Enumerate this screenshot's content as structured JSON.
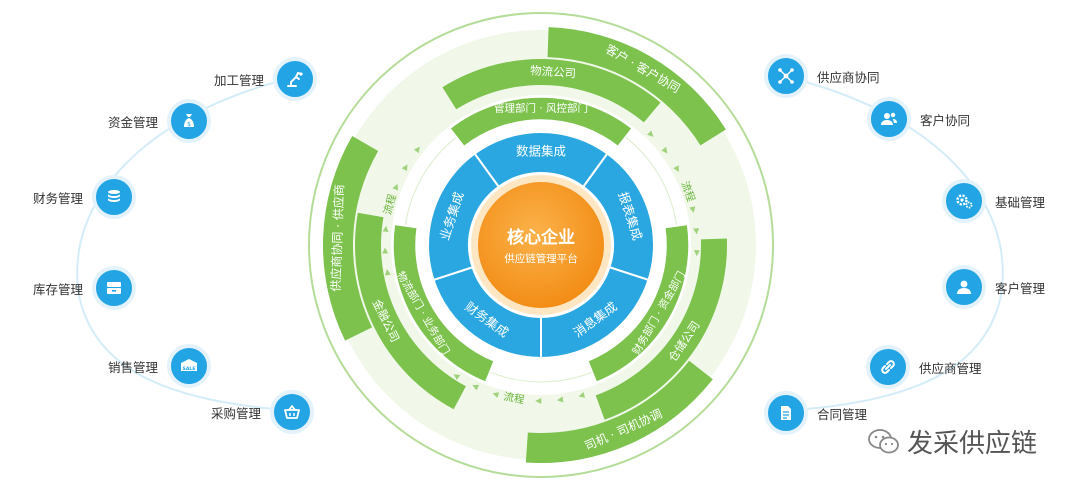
{
  "center": {
    "title": "核心企业",
    "subtitle": "供应链管理平台"
  },
  "blue_ring": [
    "数据集成",
    "报表集成",
    "消息集成",
    "财务集成",
    "业务集成"
  ],
  "middle_ring": [
    "管理部门 · 风控部门",
    "财务部门 · 资金部门",
    "物流部门 · 业务部门"
  ],
  "outer_ring": [
    "物流公司",
    "仓储公司",
    "金融公司"
  ],
  "outermost_ring": [
    "客户 · 客户协同",
    "司机 · 司机协调",
    "供应商协同 · 供应商"
  ],
  "flow_label": "流程",
  "left_modules": [
    {
      "label": "加工管理",
      "icon": "robot-arm-icon"
    },
    {
      "label": "资金管理",
      "icon": "money-bag-icon"
    },
    {
      "label": "财务管理",
      "icon": "coin-stack-icon"
    },
    {
      "label": "库存管理",
      "icon": "storage-box-icon"
    },
    {
      "label": "销售管理",
      "icon": "sale-tag-icon"
    },
    {
      "label": "采购管理",
      "icon": "shopping-basket-icon"
    }
  ],
  "right_modules": [
    {
      "label": "供应商协同",
      "icon": "network-icon"
    },
    {
      "label": "客户协同",
      "icon": "users-icon"
    },
    {
      "label": "基础管理",
      "icon": "gears-icon"
    },
    {
      "label": "客户管理",
      "icon": "user-icon"
    },
    {
      "label": "供应商管理",
      "icon": "link-icon"
    },
    {
      "label": "合同管理",
      "icon": "document-icon"
    }
  ],
  "watermark": {
    "text": "发采供应链",
    "icon": "wechat-icon"
  },
  "colors": {
    "green": "#7cc24c",
    "blue": "#2aa7e0",
    "orange": "#f7941d",
    "icon_blue": "#23a4e4"
  }
}
